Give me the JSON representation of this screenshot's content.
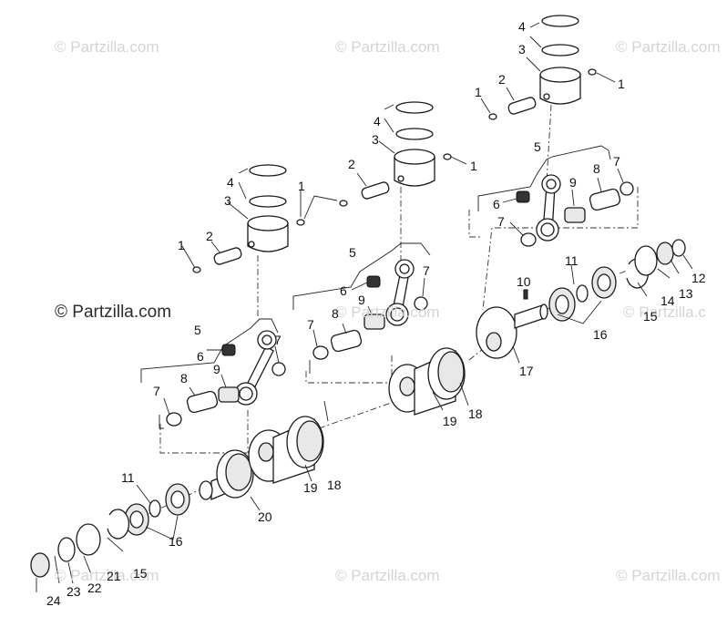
{
  "watermark": {
    "text": "© Partzilla.com",
    "clipped_text": "© Partzilla.c",
    "main_text": "© Partzilla.com"
  },
  "callouts": [
    {
      "n": "4",
      "id": "a"
    },
    {
      "n": "3",
      "id": "b"
    },
    {
      "n": "2",
      "id": "c"
    },
    {
      "n": "1",
      "id": "d"
    },
    {
      "n": "1",
      "id": "e"
    },
    {
      "n": "5",
      "id": "f"
    },
    {
      "n": "6",
      "id": "g"
    },
    {
      "n": "9",
      "id": "h"
    },
    {
      "n": "8",
      "id": "i"
    },
    {
      "n": "7",
      "id": "j"
    },
    {
      "n": "7",
      "id": "k"
    },
    {
      "n": "4",
      "id": "l"
    },
    {
      "n": "3",
      "id": "m"
    },
    {
      "n": "2",
      "id": "n"
    },
    {
      "n": "1",
      "id": "o"
    },
    {
      "n": "5",
      "id": "p"
    },
    {
      "n": "6",
      "id": "q"
    },
    {
      "n": "9",
      "id": "r"
    },
    {
      "n": "7",
      "id": "s"
    },
    {
      "n": "8",
      "id": "t"
    },
    {
      "n": "7",
      "id": "u"
    },
    {
      "n": "4",
      "id": "v"
    },
    {
      "n": "3",
      "id": "w"
    },
    {
      "n": "2",
      "id": "x"
    },
    {
      "n": "1",
      "id": "y"
    },
    {
      "n": "1",
      "id": "z"
    },
    {
      "n": "5",
      "id": "aa"
    },
    {
      "n": "6",
      "id": "ab"
    },
    {
      "n": "9",
      "id": "ac"
    },
    {
      "n": "8",
      "id": "ad"
    },
    {
      "n": "7",
      "id": "ae"
    },
    {
      "n": "7",
      "id": "af"
    },
    {
      "n": "10",
      "id": "ag"
    },
    {
      "n": "11",
      "id": "ah"
    },
    {
      "n": "12",
      "id": "ai"
    },
    {
      "n": "13",
      "id": "aj"
    },
    {
      "n": "14",
      "id": "ak"
    },
    {
      "n": "15",
      "id": "al"
    },
    {
      "n": "16",
      "id": "am"
    },
    {
      "n": "17",
      "id": "an"
    },
    {
      "n": "19",
      "id": "ao"
    },
    {
      "n": "18",
      "id": "ap"
    },
    {
      "n": "19",
      "id": "aq"
    },
    {
      "n": "18",
      "id": "ar"
    },
    {
      "n": "20",
      "id": "as"
    },
    {
      "n": "11",
      "id": "at"
    },
    {
      "n": "16",
      "id": "au"
    },
    {
      "n": "15",
      "id": "av"
    },
    {
      "n": "21",
      "id": "aw"
    },
    {
      "n": "22",
      "id": "ax"
    },
    {
      "n": "23",
      "id": "ay"
    },
    {
      "n": "24",
      "id": "az"
    }
  ]
}
